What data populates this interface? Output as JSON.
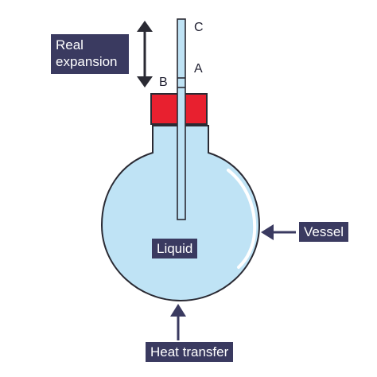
{
  "labels": {
    "real_expansion_line1": "Real",
    "real_expansion_line2": "expansion",
    "vessel": "Vessel",
    "liquid": "Liquid",
    "heat_transfer": "Heat transfer",
    "marker_c": "C",
    "marker_a": "A",
    "marker_b": "B"
  },
  "colors": {
    "liquid": "#bfe3f5",
    "outline": "#2a2a33",
    "stopper": "#e8202f",
    "label_bg": "#3a3a60",
    "label_text": "#ffffff",
    "arrow": "#3a3a60",
    "highlight": "#ffffff"
  },
  "icons": {
    "expansion_arrow": "double-headed-vertical-arrow",
    "vessel_arrow": "left-pointing-arrow",
    "heat_arrow": "up-pointing-arrow"
  }
}
